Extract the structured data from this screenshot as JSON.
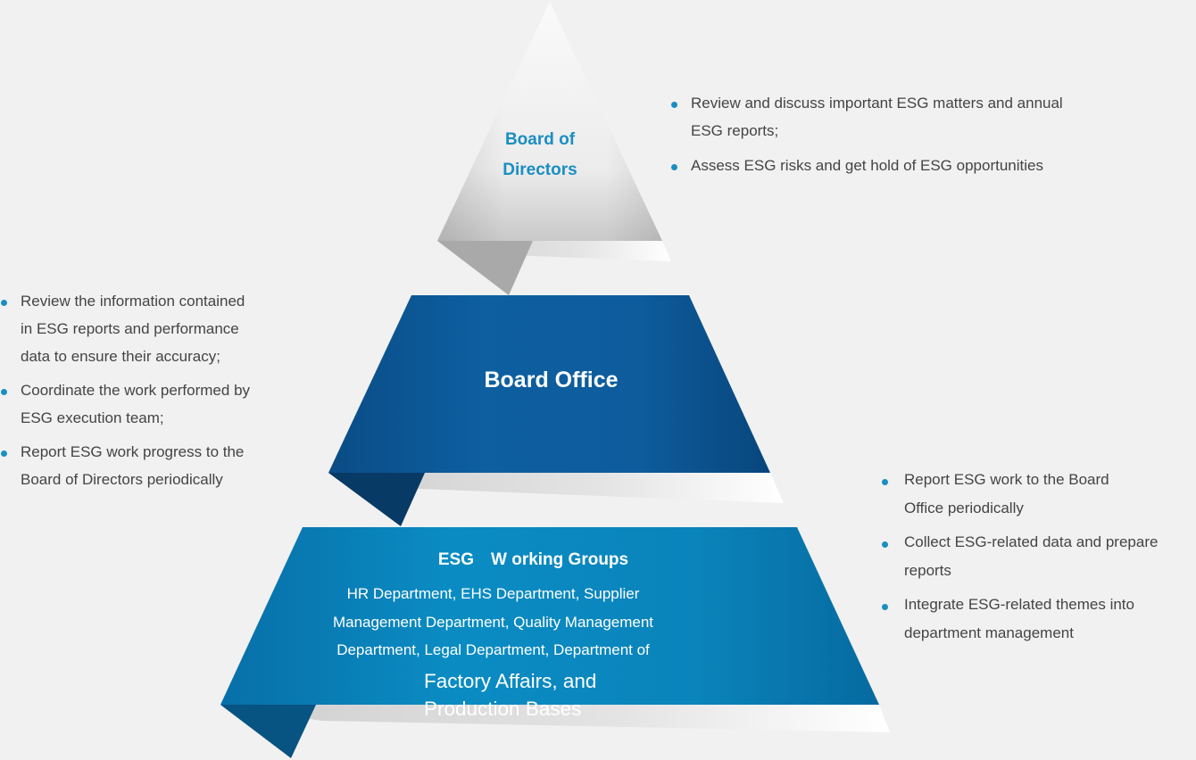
{
  "colors": {
    "accent": "#1a8ec1",
    "board_office": "#0d5d9e",
    "working_groups": "#0b86bd",
    "bullet": "#1a8ec1",
    "body_text": "#444444"
  },
  "tiers": {
    "top": {
      "title": "Board of Directors"
    },
    "middle": {
      "title": "Board Office"
    },
    "bottom": {
      "title": "ESG　W orking Groups",
      "body": "HR Department, EHS Department, Supplier Management Department, Quality Management Department, Legal Department, Department of",
      "body_large": "Factory Affairs, and Production Bases"
    }
  },
  "bullets_top_right": [
    "Review and discuss important ESG matters and annual ESG reports;",
    "Assess ESG risks and get hold of ESG opportunities"
  ],
  "bullets_left": [
    "Review the information contained in ESG reports and performance data to ensure their accuracy;",
    "Coordinate the work performed by ESG execution team;",
    "Report ESG work progress to the Board of Directors periodically"
  ],
  "bullets_bottom_right": [
    "Report ESG work to the Board Office periodically",
    "Collect ESG-related data and prepare reports",
    "Integrate ESG-related themes into department management"
  ]
}
